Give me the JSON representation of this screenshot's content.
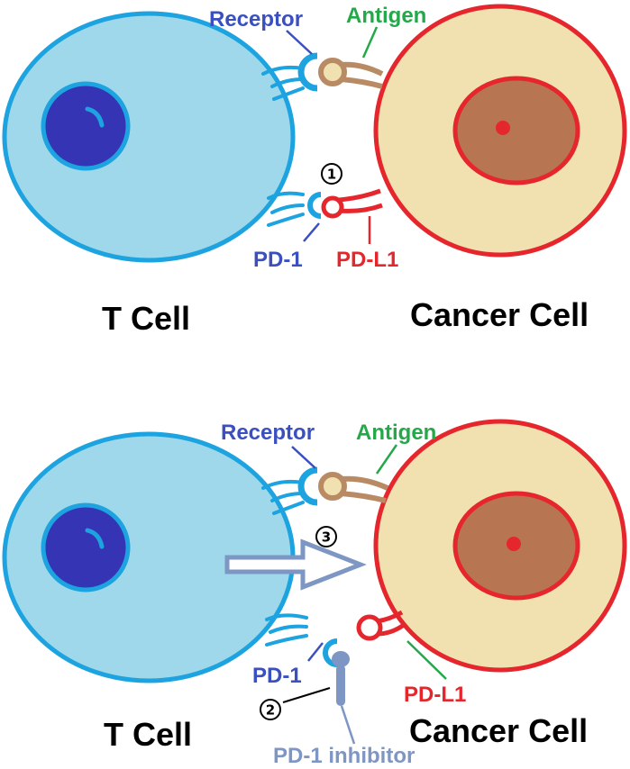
{
  "panel_top": {
    "t_cell_label": "T Cell",
    "cancer_cell_label": "Cancer Cell",
    "receptor_label": "Receptor",
    "antigen_label": "Antigen",
    "pd1_label": "PD-1",
    "pdl1_label": "PD-L1",
    "step_marker": "1"
  },
  "panel_bottom": {
    "t_cell_label": "T Cell",
    "cancer_cell_label": "Cancer Cell",
    "receptor_label": "Receptor",
    "antigen_label": "Antigen",
    "pd1_label": "PD-1",
    "pdl1_label": "PD-L1",
    "inhibitor_label": "PD-1 inhibitor",
    "step_marker_inhibitor": "2",
    "step_marker_attack": "3"
  },
  "colors": {
    "t_cell_fill": "#9ed8ea",
    "t_cell_border": "#1ca3e0",
    "t_cell_nucleus": "#3434b4",
    "cancer_fill": "#f1e1b0",
    "cancer_border": "#e6262d",
    "cancer_nucleus": "#b87552",
    "receptor_color": "#3a4fc0",
    "antigen_color": "#24a84a",
    "pdl1_color": "#e6262d",
    "antigen_molecule": "#b98b64",
    "inhibitor_color": "#7d96c3"
  }
}
